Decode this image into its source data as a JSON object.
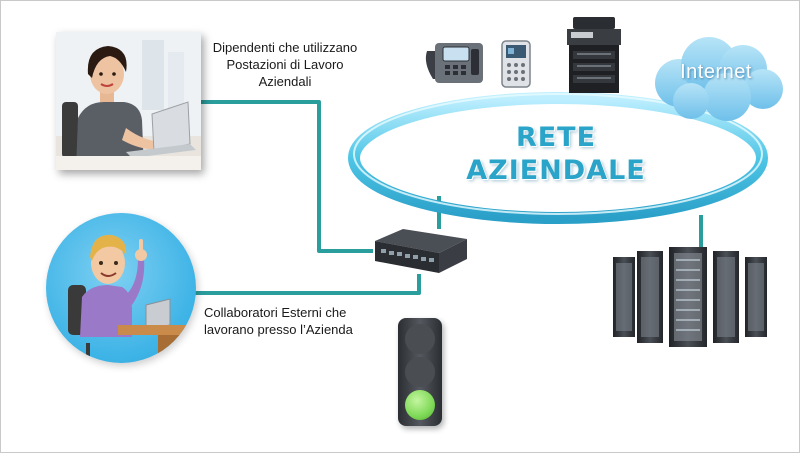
{
  "captions": {
    "employees": [
      "Dipendenti che utilizzano",
      "Postazioni di Lavoro",
      "Aziendali"
    ],
    "external": [
      "Collaboratori Esterni che",
      "lavorano presso l’Azienda"
    ]
  },
  "network": {
    "title_line1": "RETE",
    "title_line2": "AZIENDALE"
  },
  "cloud": {
    "label": "Internet"
  },
  "traffic_light": {
    "active": "green"
  },
  "colors": {
    "line": "#2a9d9d",
    "ring": "#4fc6e6",
    "ring_text": "#2aa4c8",
    "cloud": "#8fd0ef",
    "light_on": "#7ed957"
  }
}
